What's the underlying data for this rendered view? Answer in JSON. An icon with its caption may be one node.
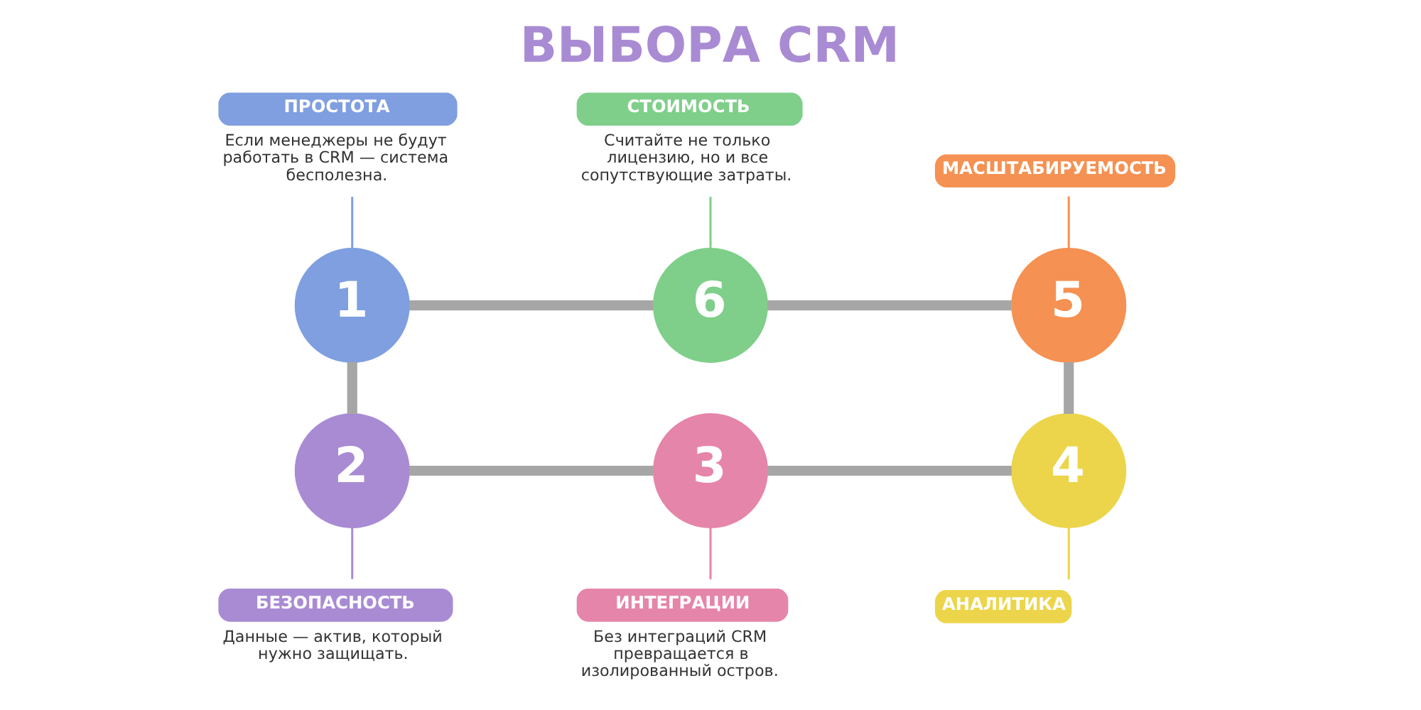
{
  "diagram": {
    "title": "ВЫБОРА CRM",
    "nodes": [
      {
        "text": [
          "1"
        ]
      },
      {
        "text": [
          "2"
        ]
      },
      {
        "text": [
          "3"
        ]
      },
      {
        "text": [
          "4"
        ]
      },
      {
        "text": [
          "5"
        ]
      },
      {
        "text": [
          "6"
        ]
      },
      {
        "text": [
          "ПРОСТОТА"
        ],
        "beside": [
          "Если менеджеры не будут работать в CRM — система бесполезна."
        ]
      },
      {
        "text": [
          "БЕЗОПАСНОСТЬ"
        ],
        "beside": [
          "Данные — актив, который нужно защищать."
        ]
      },
      {
        "text": [
          "ИНТЕГРАЦИИ"
        ],
        "beside": [
          "Без интеграций CRM превращается в изолированный остров."
        ]
      },
      {
        "text": [
          "АНАЛИТИКА"
        ]
      },
      {
        "text": [
          "МАСШТАБИРУЕМОСТЬ"
        ]
      },
      {
        "text": [
          "СТОИМОСТЬ"
        ],
        "beside": [
          "Считайте не только лицензию, но и все сопутствующие затраты."
        ]
      }
    ],
    "edges": [
      {
        "from": 0,
        "to": 1,
        "arrow": "none",
        "style": "thick",
        "color": "#a6a6a6"
      },
      {
        "from": 1,
        "to": 2,
        "arrow": "none",
        "style": "thick",
        "color": "#a6a6a6"
      },
      {
        "from": 2,
        "to": 3,
        "arrow": "none",
        "style": "thick",
        "color": "#a6a6a6"
      },
      {
        "from": 4,
        "to": 3,
        "arrow": "none",
        "style": "thick",
        "color": "#a6a6a6"
      },
      {
        "from": 5,
        "to": 4,
        "arrow": "none",
        "style": "thick",
        "color": "#a6a6a6"
      },
      {
        "from": 5,
        "to": 0,
        "arrow": "none",
        "style": "thick",
        "color": "#a6a6a6"
      },
      {
        "from": 6,
        "to": 0,
        "arrow": "none",
        "color": "#7f9fe0"
      },
      {
        "from": 1,
        "to": 7,
        "arrow": "none",
        "color": "#a98bd4"
      },
      {
        "from": 2,
        "to": 8,
        "arrow": "none",
        "color": "#e585a9"
      },
      {
        "from": 3,
        "to": 9,
        "arrow": "none",
        "color": "#ecd54a"
      },
      {
        "from": 10,
        "to": 4,
        "arrow": "none",
        "color": "#f59152"
      },
      {
        "from": 11,
        "to": 5,
        "arrow": "none",
        "color": "#7fcf8a"
      }
    ]
  }
}
